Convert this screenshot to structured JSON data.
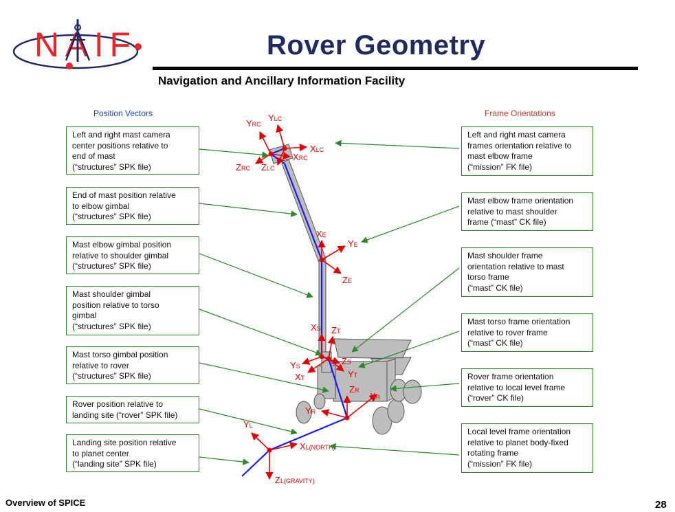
{
  "header": {
    "title": "Rover Geometry",
    "subtitle": "Navigation and Ancillary Information Facility",
    "logo_text": "NAIF"
  },
  "columns": {
    "left": "Position Vectors",
    "right": "Frame Orientations"
  },
  "left_boxes": [
    "Left and right mast camera\ncenter positions relative to\nend of mast\n(“structures” SPK file)",
    "End of mast position relative\nto elbow gimbal\n(“structures” SPK file)",
    "Mast elbow gimbal position\nrelative to shoulder gimbal\n(“structures” SPK file)",
    "Mast shoulder gimbal\nposition relative to torso\ngimbal\n(“structures” SPK file)",
    "Mast torso gimbal position\nrelative to rover\n(“structures” SPK file)",
    "Rover position relative to\nlanding site (“rover” SPK file)",
    "Landing site position relative\nto planet center\n(“landing site” SPK file)"
  ],
  "right_boxes": [
    "Left and right mast camera\nframes orientation relative to\nmast elbow frame\n(“mission” FK file)",
    "Mast elbow frame orientation\nrelative to mast shoulder\nframe (“mast” CK file)",
    "Mast shoulder frame\norientation relative to mast\ntorso frame\n(“mast” CK file)",
    "Mast torso frame orientation\nrelative to rover frame\n(“mast” CK file)",
    "Rover frame orientation\nrelative to local level frame\n(“rover” CK file)",
    "Local level frame orientation\nrelative to planet body-fixed\nrotating frame\n(“mission” FK file)"
  ],
  "axis_labels": {
    "y_rc": {
      "main": "Y",
      "sub": "RC"
    },
    "y_lc": {
      "main": "Y",
      "sub": "LC"
    },
    "x_lc": {
      "main": "X",
      "sub": "LC"
    },
    "x_rc": {
      "main": "X",
      "sub": "RC"
    },
    "z_rc": {
      "main": "Z",
      "sub": "RC"
    },
    "z_lc": {
      "main": "Z",
      "sub": "LC"
    },
    "x_e": {
      "main": "X",
      "sub": "E"
    },
    "y_e": {
      "main": "Y",
      "sub": "E"
    },
    "z_e": {
      "main": "Z",
      "sub": "E"
    },
    "x_s": {
      "main": "X",
      "sub": "S"
    },
    "z_t": {
      "main": "Z",
      "sub": "T"
    },
    "z_s": {
      "main": "Z",
      "sub": "S"
    },
    "y_s": {
      "main": "Y",
      "sub": "S"
    },
    "x_t": {
      "main": "X",
      "sub": "T"
    },
    "y_t": {
      "main": "Y",
      "sub": "T"
    },
    "z_r": {
      "main": "Z",
      "sub": "R"
    },
    "x_r": {
      "main": "X",
      "sub": "R"
    },
    "y_r": {
      "main": "Y",
      "sub": "R"
    },
    "y_l": {
      "main": "Y",
      "sub": "L"
    },
    "x_l": {
      "main": "X",
      "sub": "L(NORTH)"
    },
    "z_l": {
      "main": "Z",
      "sub": "L(GRAVITY)"
    }
  },
  "footer": {
    "left": "Overview of SPICE",
    "page": "28"
  },
  "colors": {
    "title": "#1f2a5e",
    "logo_red": "#e8262a",
    "vector_blue": "#1a1aff",
    "axis_red": "#e00000",
    "pointer_green": "#2a8a2a",
    "left_header": "#1f3fbf",
    "right_header": "#c0392b"
  }
}
